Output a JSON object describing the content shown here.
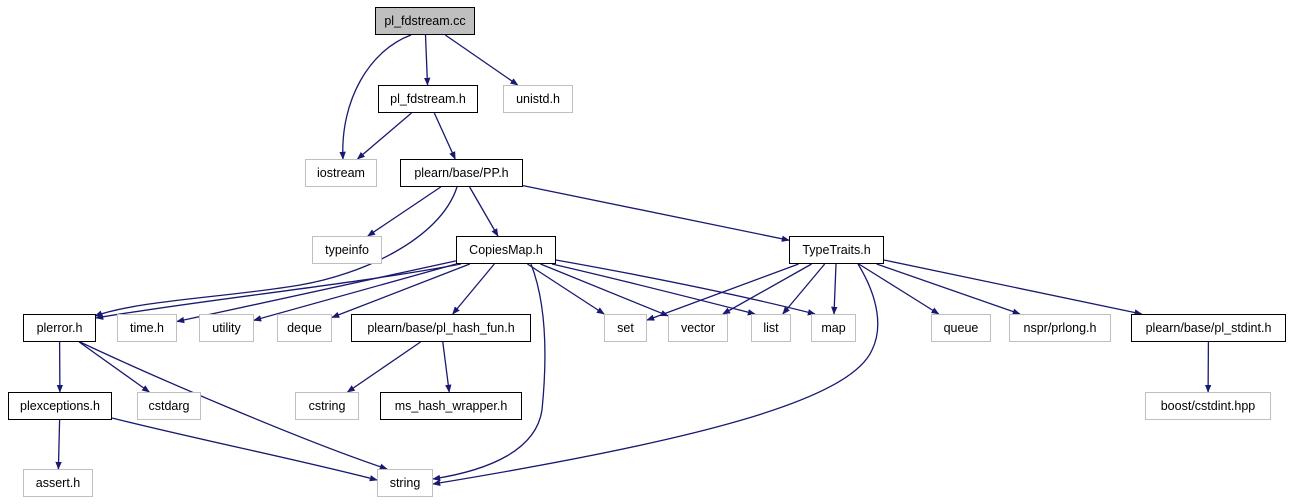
{
  "graph": {
    "colors": {
      "edge": "#191970",
      "root_fill": "#bfbfbf",
      "doc_border": "#000000",
      "ext_border": "#bfbfbf"
    },
    "nodes": [
      {
        "id": "pl_fdstream_cc",
        "label": "pl_fdstream.cc",
        "kind": "root"
      },
      {
        "id": "pl_fdstream_h",
        "label": "pl_fdstream.h",
        "kind": "doc"
      },
      {
        "id": "unistd_h",
        "label": "unistd.h",
        "kind": "ext"
      },
      {
        "id": "iostream",
        "label": "iostream",
        "kind": "ext"
      },
      {
        "id": "pp_h",
        "label": "plearn/base/PP.h",
        "kind": "doc"
      },
      {
        "id": "typeinfo",
        "label": "typeinfo",
        "kind": "ext"
      },
      {
        "id": "copiesmap_h",
        "label": "CopiesMap.h",
        "kind": "doc"
      },
      {
        "id": "typetraits_h",
        "label": "TypeTraits.h",
        "kind": "doc"
      },
      {
        "id": "plerror_h",
        "label": "plerror.h",
        "kind": "doc"
      },
      {
        "id": "time_h",
        "label": "time.h",
        "kind": "ext"
      },
      {
        "id": "utility",
        "label": "utility",
        "kind": "ext"
      },
      {
        "id": "deque",
        "label": "deque",
        "kind": "ext"
      },
      {
        "id": "pl_hash_fun_h",
        "label": "plearn/base/pl_hash_fun.h",
        "kind": "doc"
      },
      {
        "id": "set",
        "label": "set",
        "kind": "ext"
      },
      {
        "id": "vector",
        "label": "vector",
        "kind": "ext"
      },
      {
        "id": "list",
        "label": "list",
        "kind": "ext"
      },
      {
        "id": "map",
        "label": "map",
        "kind": "ext"
      },
      {
        "id": "queue",
        "label": "queue",
        "kind": "ext"
      },
      {
        "id": "prlong_h",
        "label": "nspr/prlong.h",
        "kind": "ext"
      },
      {
        "id": "pl_stdint_h",
        "label": "plearn/base/pl_stdint.h",
        "kind": "doc"
      },
      {
        "id": "plexceptions_h",
        "label": "plexceptions.h",
        "kind": "doc"
      },
      {
        "id": "cstdarg",
        "label": "cstdarg",
        "kind": "ext"
      },
      {
        "id": "cstring",
        "label": "cstring",
        "kind": "ext"
      },
      {
        "id": "ms_hash_wrapper_h",
        "label": "ms_hash_wrapper.h",
        "kind": "doc"
      },
      {
        "id": "cstdint_hpp",
        "label": "boost/cstdint.hpp",
        "kind": "ext"
      },
      {
        "id": "assert_h",
        "label": "assert.h",
        "kind": "ext"
      },
      {
        "id": "string",
        "label": "string",
        "kind": "ext"
      }
    ],
    "edges": [
      [
        "pl_fdstream_cc",
        "pl_fdstream_h"
      ],
      [
        "pl_fdstream_cc",
        "unistd_h"
      ],
      [
        "pl_fdstream_cc",
        "iostream"
      ],
      [
        "pl_fdstream_h",
        "iostream"
      ],
      [
        "pl_fdstream_h",
        "pp_h"
      ],
      [
        "pp_h",
        "typeinfo"
      ],
      [
        "pp_h",
        "copiesmap_h"
      ],
      [
        "pp_h",
        "typetraits_h"
      ],
      [
        "pp_h",
        "plerror_h"
      ],
      [
        "copiesmap_h",
        "plerror_h"
      ],
      [
        "copiesmap_h",
        "time_h"
      ],
      [
        "copiesmap_h",
        "utility"
      ],
      [
        "copiesmap_h",
        "deque"
      ],
      [
        "copiesmap_h",
        "pl_hash_fun_h"
      ],
      [
        "copiesmap_h",
        "set"
      ],
      [
        "copiesmap_h",
        "vector"
      ],
      [
        "copiesmap_h",
        "list"
      ],
      [
        "copiesmap_h",
        "map"
      ],
      [
        "copiesmap_h",
        "string"
      ],
      [
        "typetraits_h",
        "set"
      ],
      [
        "typetraits_h",
        "vector"
      ],
      [
        "typetraits_h",
        "list"
      ],
      [
        "typetraits_h",
        "map"
      ],
      [
        "typetraits_h",
        "queue"
      ],
      [
        "typetraits_h",
        "prlong_h"
      ],
      [
        "typetraits_h",
        "pl_stdint_h"
      ],
      [
        "typetraits_h",
        "string"
      ],
      [
        "plerror_h",
        "plexceptions_h"
      ],
      [
        "plerror_h",
        "cstdarg"
      ],
      [
        "plerror_h",
        "string"
      ],
      [
        "plexceptions_h",
        "assert_h"
      ],
      [
        "plexceptions_h",
        "string"
      ],
      [
        "pl_hash_fun_h",
        "cstring"
      ],
      [
        "pl_hash_fun_h",
        "ms_hash_wrapper_h"
      ],
      [
        "pl_stdint_h",
        "cstdint_hpp"
      ]
    ]
  }
}
